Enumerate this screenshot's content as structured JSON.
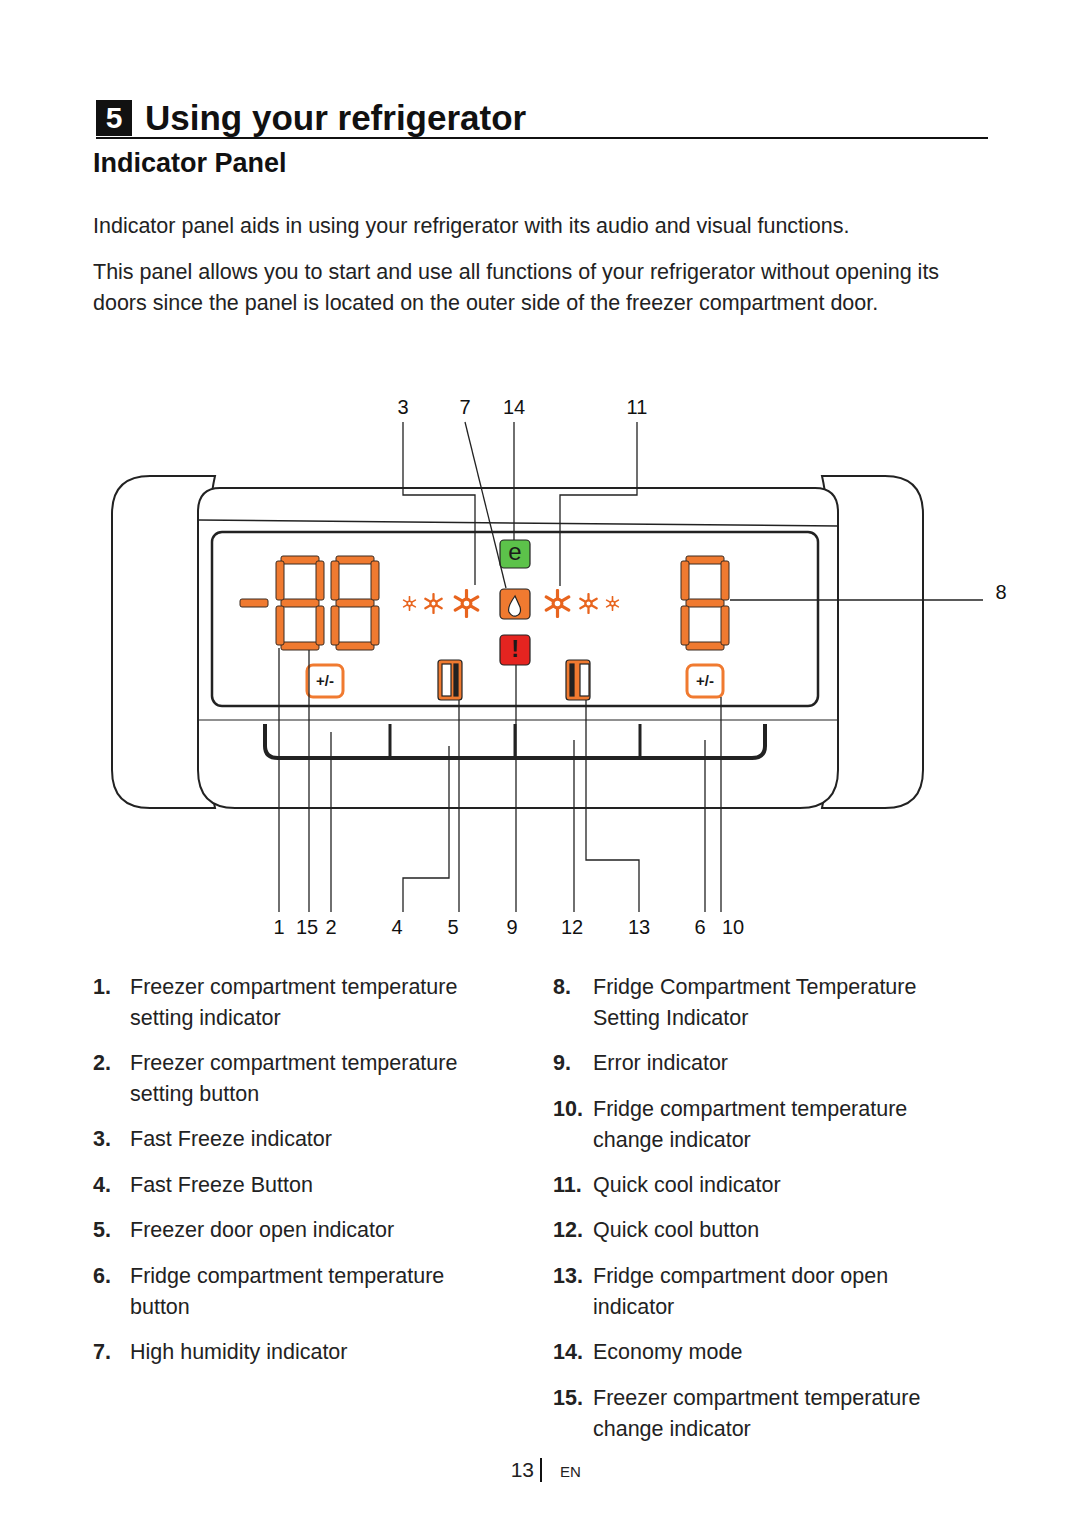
{
  "diagram": {
    "title": "Using your refrigerator",
    "labels": [
      "5",
      "Indicator Panel",
      "Indicator panel aids in using your refrigerator with its audio and visual functions.",
      "This panel allows you to start and use all functions of your refrigerator without opening its doors since the panel is located on the outer side of the freezer compartment door.",
      "3",
      "7",
      "14",
      "11",
      "8",
      "1",
      "15",
      "2",
      "4",
      "5",
      "9",
      "12",
      "13",
      "6",
      "10",
      "e",
      "!",
      "+/-",
      "+/-",
      "1.",
      "Freezer compartment temperature setting indicator",
      "2.",
      "Freezer compartment temperature setting button",
      "3.",
      "Fast Freeze indicator",
      "4.",
      "Fast Freeze Button",
      "5.",
      "Freezer door open indicator",
      "6.",
      "Fridge compartment temperature button",
      "7.",
      "High humidity indicator",
      "8.",
      "Fridge Compartment Temperature Setting Indicator",
      "9.",
      "Error indicator",
      "10.",
      "Fridge compartment temperature change indicator",
      "11.",
      "Quick cool indicator",
      "12.",
      "Quick cool button",
      "13.",
      "Fridge compartment door open indicator",
      "14.",
      "Economy mode",
      "15.",
      "Freezer compartment temperature change indicator",
      "13",
      "EN"
    ]
  }
}
